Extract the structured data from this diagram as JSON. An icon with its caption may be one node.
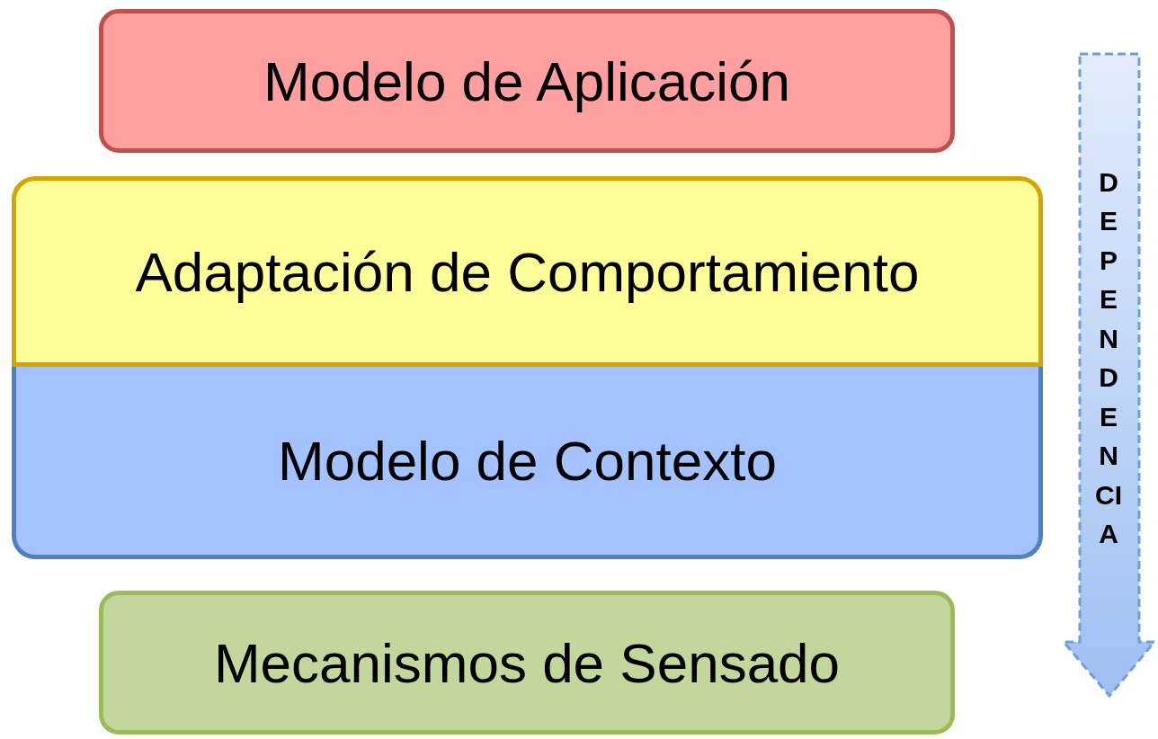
{
  "diagram": {
    "nodes": [
      {
        "text": [
          "Modelo de Aplicación"
        ]
      },
      {
        "text": [
          "Adaptación de Comportamiento"
        ]
      },
      {
        "text": [
          "Modelo de Contexto"
        ]
      },
      {
        "text": [
          "Mecanismos de Sensado"
        ]
      },
      {
        "text": [
          "DEPENDENCIA"
        ]
      }
    ]
  }
}
